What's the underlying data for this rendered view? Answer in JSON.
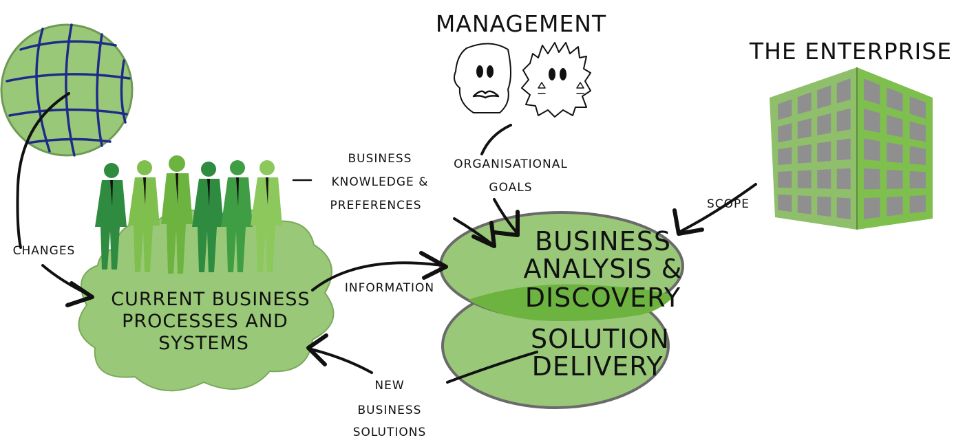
{
  "colors": {
    "light_green": "#99c978",
    "mid_green": "#7fbf4d",
    "dark_green": "#2e8b3f",
    "globe_lines": "#1f2a8a",
    "building_gray": "#8f8f8f",
    "ink": "#111111"
  },
  "labels": {
    "management": "MANAGEMENT",
    "enterprise": "THE ENTERPRISE",
    "changes": "CHANGES",
    "business_knowledge": [
      "BUSINESS",
      "KNOWLEDGE &",
      "PREFERENCES"
    ],
    "organisational_goals": [
      "ORGANISATIONAL",
      "GOALS"
    ],
    "scope": "SCOPE",
    "information": "INFORMATION",
    "new_business_solutions": [
      "NEW",
      "BUSINESS",
      "SOLUTIONS"
    ],
    "current_business": [
      "CURRENT BUSINESS",
      "PROCESSES AND",
      "SYSTEMS"
    ],
    "business_analysis": [
      "BUSINESS",
      "ANALYSIS &",
      "DISCOVERY"
    ],
    "solution_delivery": [
      "SOLUTION",
      "DELIVERY"
    ]
  },
  "icons": [
    "globe-icon",
    "people-group-icon",
    "manager-face-icon",
    "manager-hairy-face-icon",
    "office-building-icon"
  ]
}
